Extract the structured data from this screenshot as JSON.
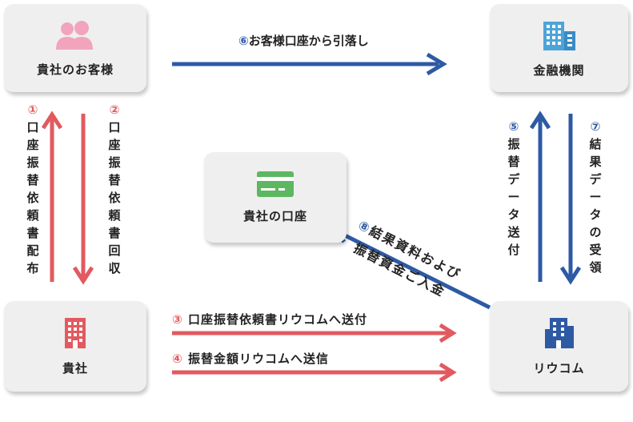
{
  "colors": {
    "red": "#e25a5f",
    "blue": "#2e5aa4",
    "box": "#efefef",
    "green": "#5db761",
    "pink": "#f2a4bd",
    "lightblue": "#4ea4d8"
  },
  "nodes": {
    "customer": {
      "label": "貴社のお客様",
      "icon": "users-icon"
    },
    "bank": {
      "label": "金融機関",
      "icon": "bank-building-icon"
    },
    "account": {
      "label": "貴社の口座",
      "icon": "credit-card-icon"
    },
    "company": {
      "label": "貴社",
      "icon": "company-building-icon"
    },
    "ricoh": {
      "label": "リウコム",
      "icon": "ricoh-building-icon"
    }
  },
  "steps": {
    "s1": {
      "num": "①",
      "text": "口座振替依頼書配布"
    },
    "s2": {
      "num": "②",
      "text": "口座振替依頼書回収"
    },
    "s3": {
      "num": "③",
      "text": "口座振替依頼書リウコムへ送付"
    },
    "s4": {
      "num": "④",
      "text": "振替金額リウコムへ送信"
    },
    "s5": {
      "num": "⑤",
      "text": "振替データ送付"
    },
    "s6": {
      "num": "⑥",
      "text": "お客様口座から引落し"
    },
    "s7": {
      "num": "⑦",
      "text": "結果データの受領"
    },
    "s8": {
      "num": "⑧",
      "line1": "結果資料および",
      "line2": "振替資金ご入金"
    }
  }
}
